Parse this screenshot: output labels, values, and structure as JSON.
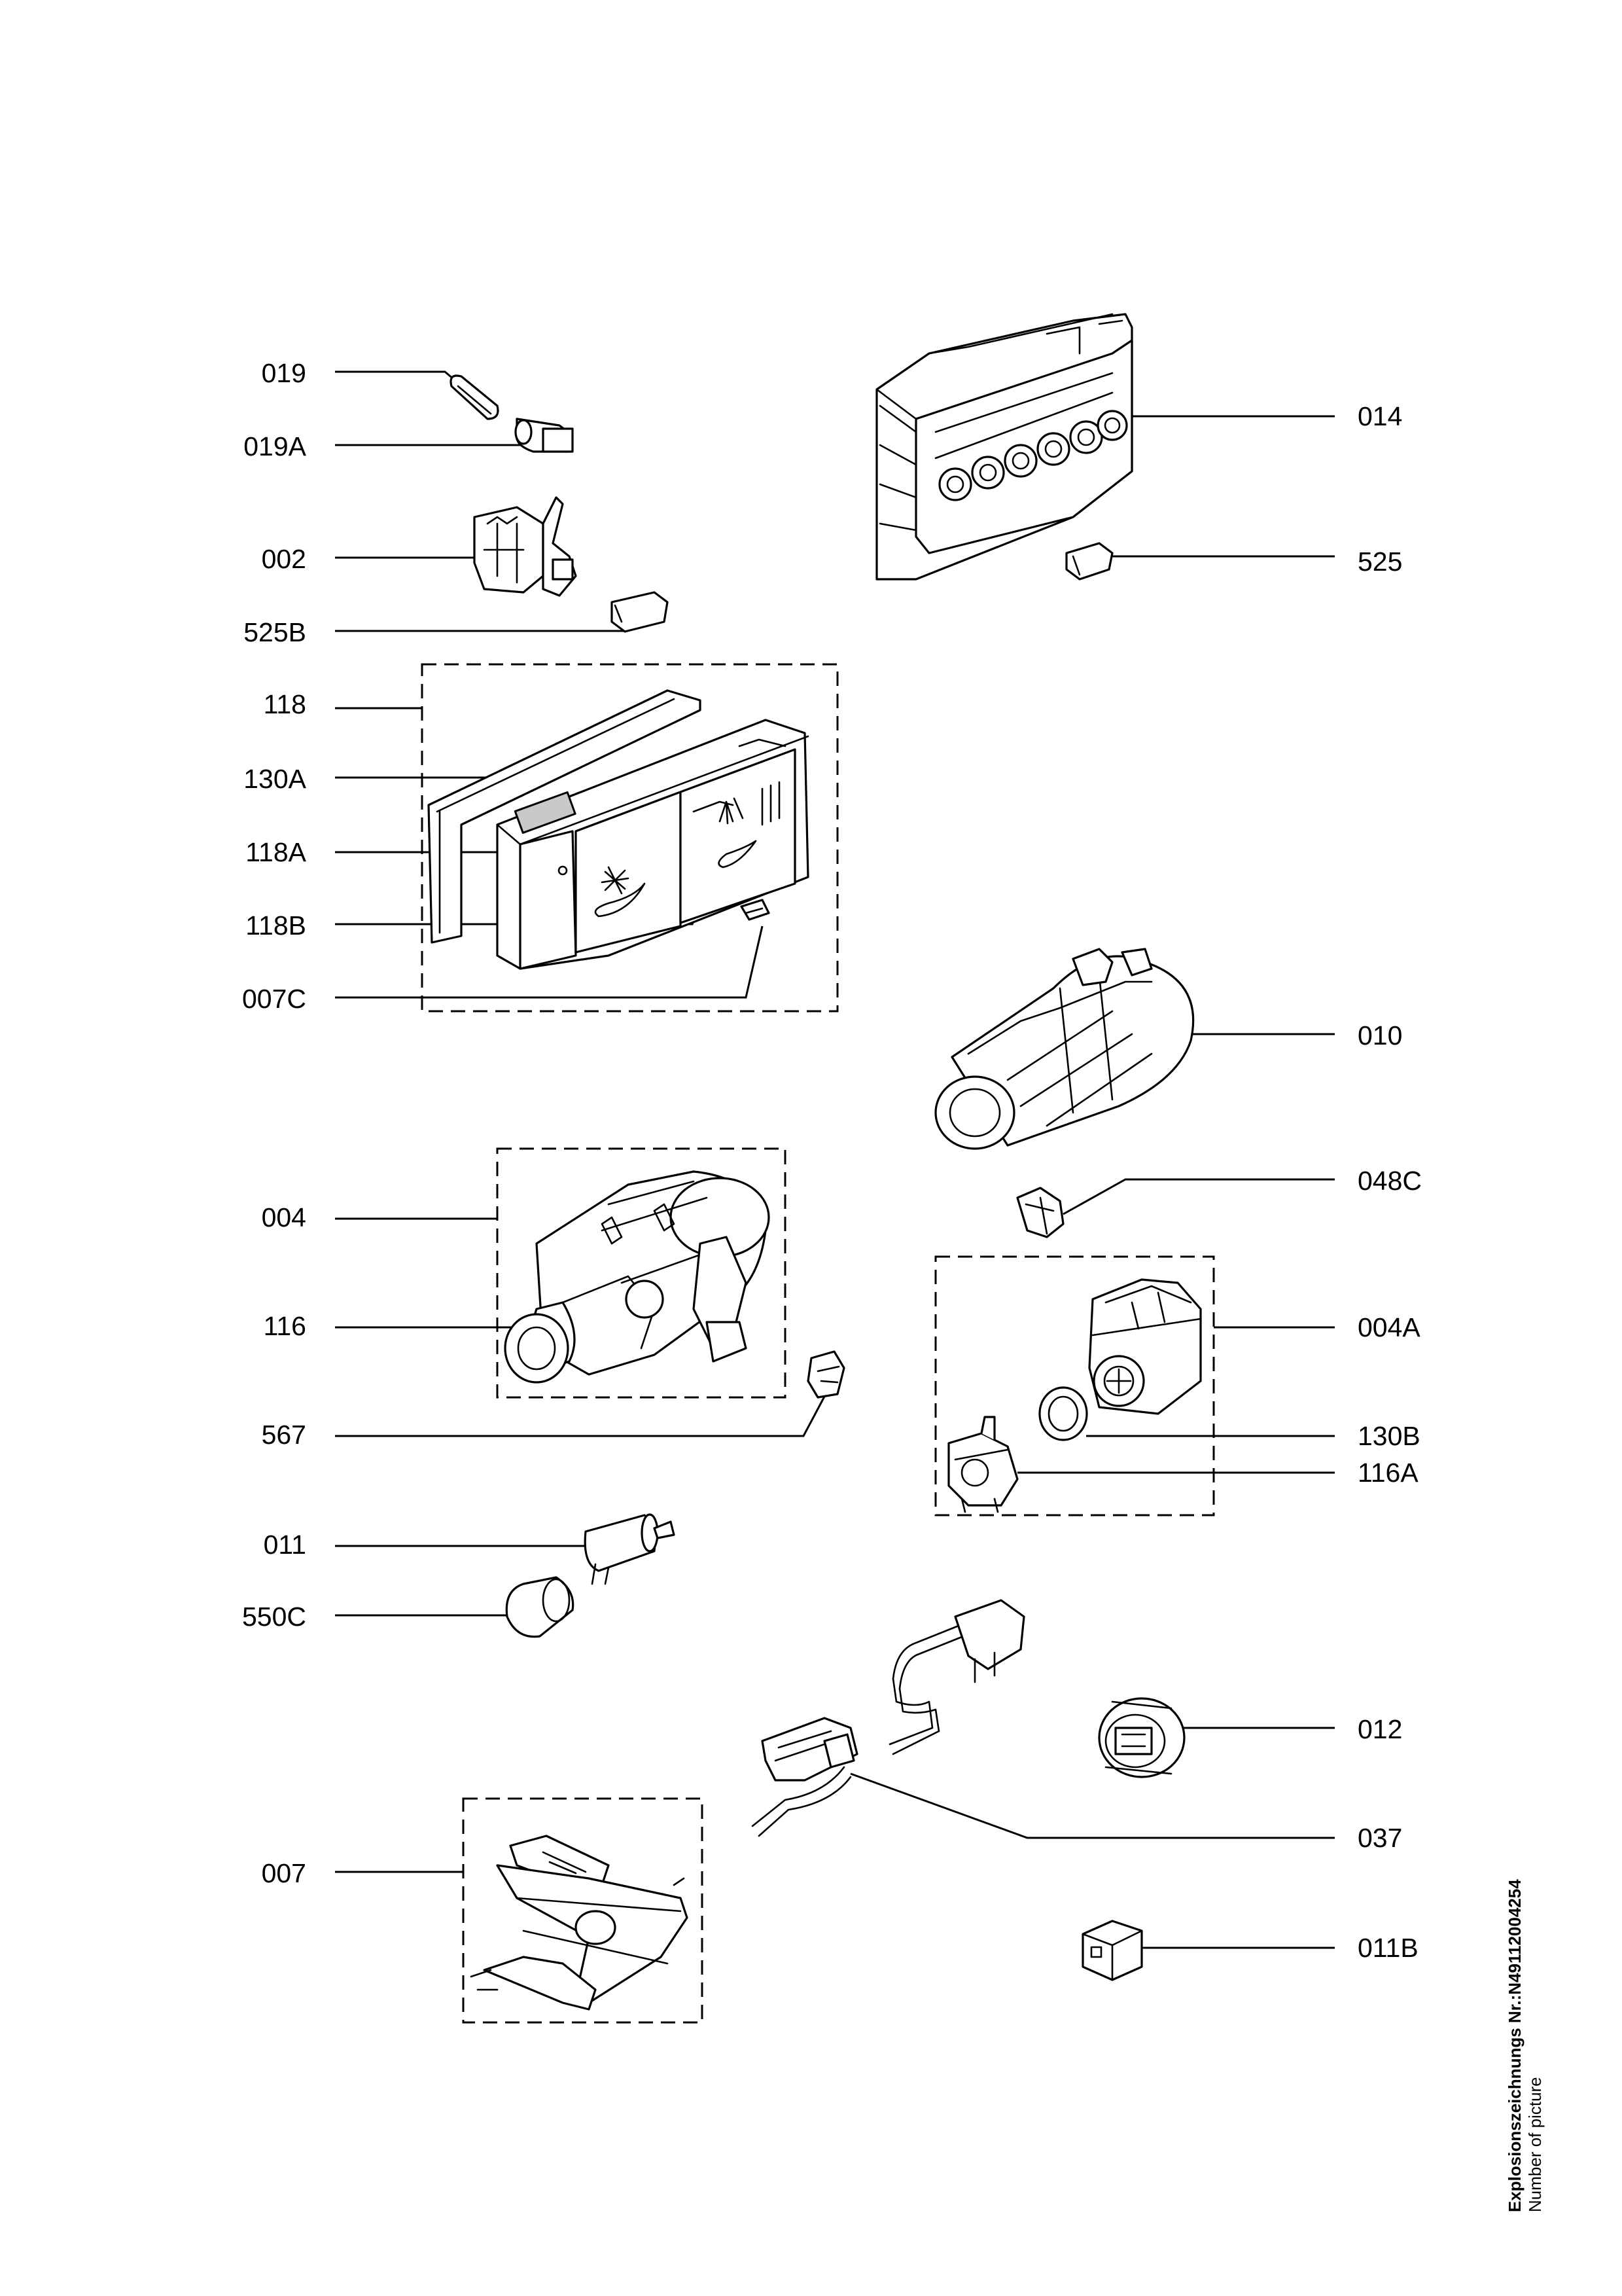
{
  "callouts": {
    "c019": "019",
    "c019A": "019A",
    "c002": "002",
    "c525B": "525B",
    "c118": "118",
    "c130A": "130A",
    "c118A": "118A",
    "c118B": "118B",
    "c007C": "007C",
    "c004": "004",
    "c116": "116",
    "c567": "567",
    "c011": "011",
    "c550C": "550C",
    "c007": "007",
    "c014": "014",
    "c525": "525",
    "c010": "010",
    "c048C": "048C",
    "c004A": "004A",
    "c130B": "130B",
    "c116A": "116A",
    "c012": "012",
    "c037": "037",
    "c011B": "011B"
  },
  "caption": {
    "line1": "Explosionszeichnungs  Nr.:N49112004254",
    "line2": "Number of picture"
  }
}
